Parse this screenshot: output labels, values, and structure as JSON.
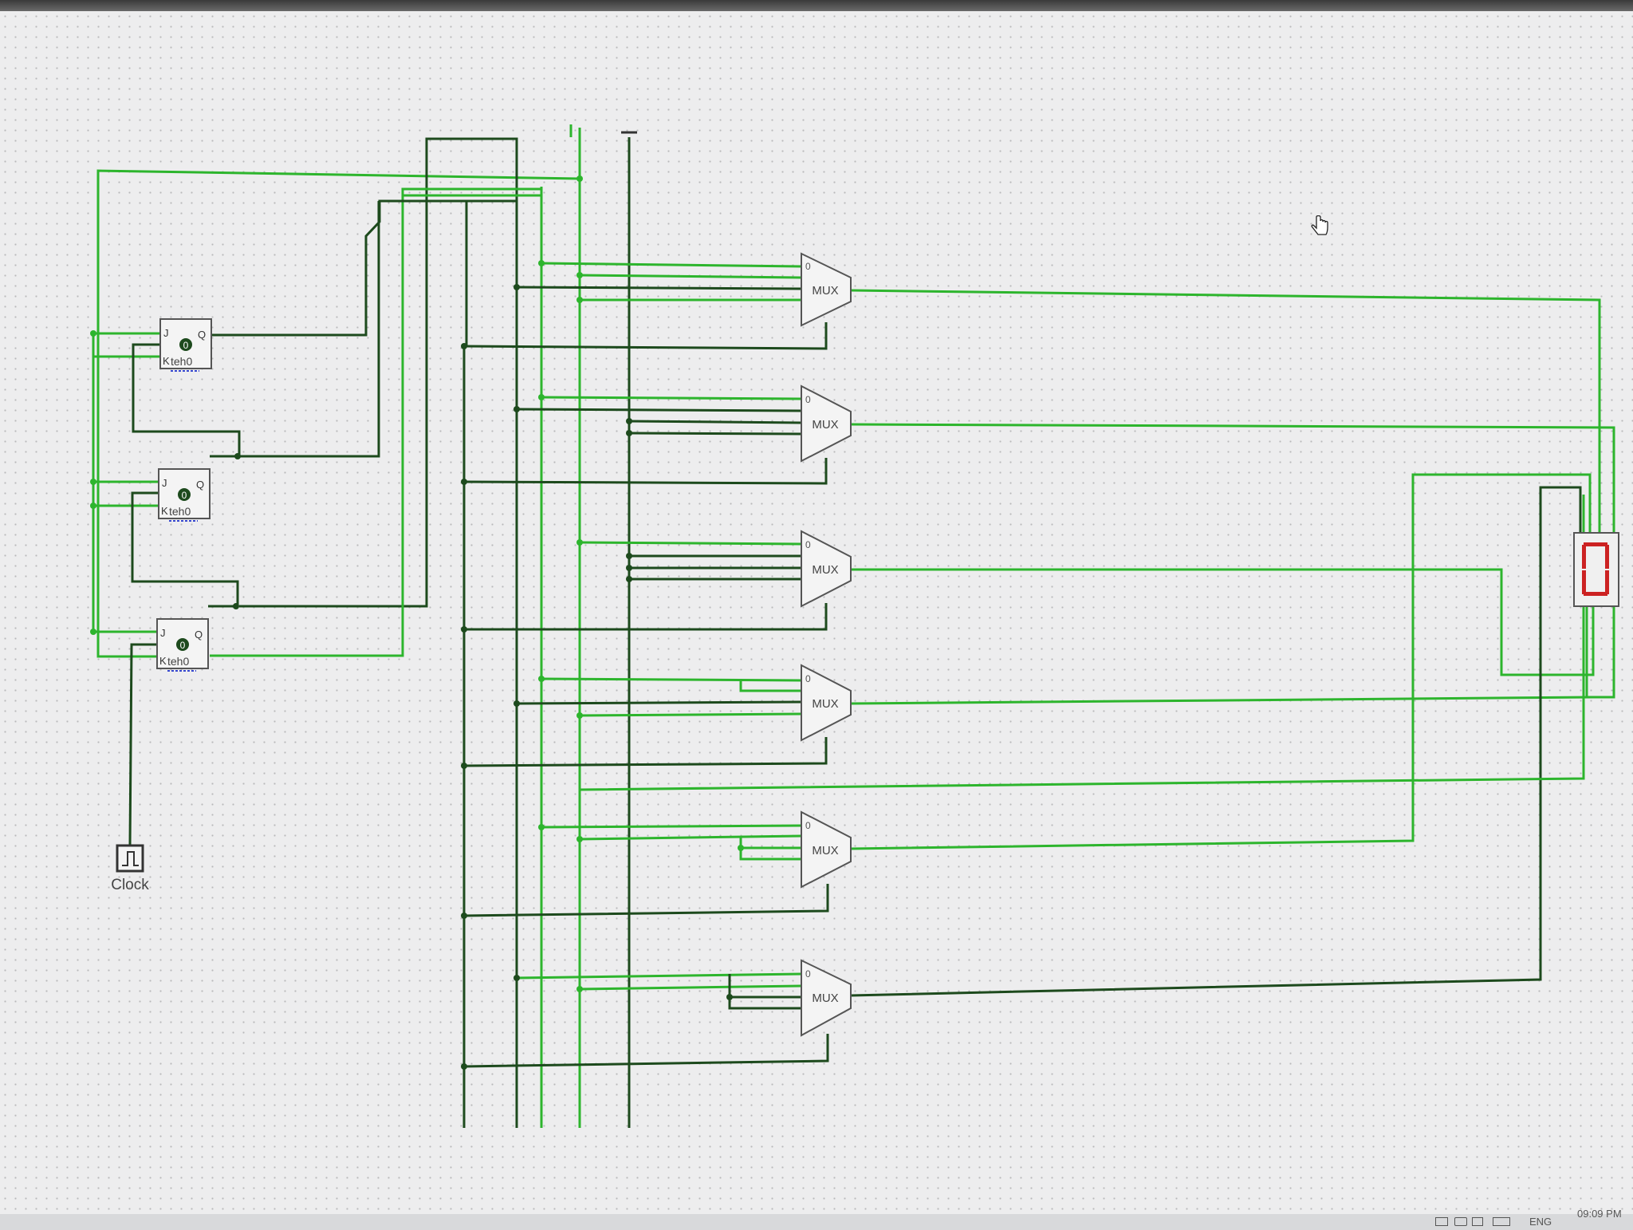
{
  "flipflops": [
    {
      "j": "J",
      "q": "Q",
      "k": "K",
      "state": "0",
      "label": "teh0"
    },
    {
      "j": "J",
      "q": "Q",
      "k": "K",
      "state": "0",
      "label": "teh0"
    },
    {
      "j": "J",
      "q": "Q",
      "k": "K",
      "state": "0",
      "label": "teh0"
    }
  ],
  "clock": {
    "label": "Clock"
  },
  "muxes": [
    {
      "label": "MUX",
      "port0": "0"
    },
    {
      "label": "MUX",
      "port0": "0"
    },
    {
      "label": "MUX",
      "port0": "0"
    },
    {
      "label": "MUX",
      "port0": "0"
    },
    {
      "label": "MUX",
      "port0": "0"
    },
    {
      "label": "MUX",
      "port0": "0"
    }
  ],
  "seven_segment": {
    "shown_digit": "0",
    "segment_color": "#cc2222"
  },
  "colors": {
    "wire_high": "#2db52d",
    "wire_low": "#1d4a1d",
    "canvas": "#ededee"
  },
  "taskbar": {
    "language": "ENG",
    "time": "09:09 PM"
  }
}
